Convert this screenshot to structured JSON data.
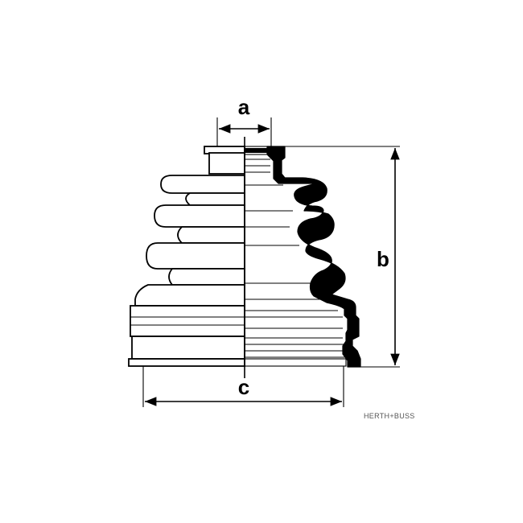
{
  "diagram": {
    "dimension_labels": {
      "a": "a",
      "b": "b",
      "c": "c"
    },
    "brand_text": "HERTH+BUSS"
  }
}
